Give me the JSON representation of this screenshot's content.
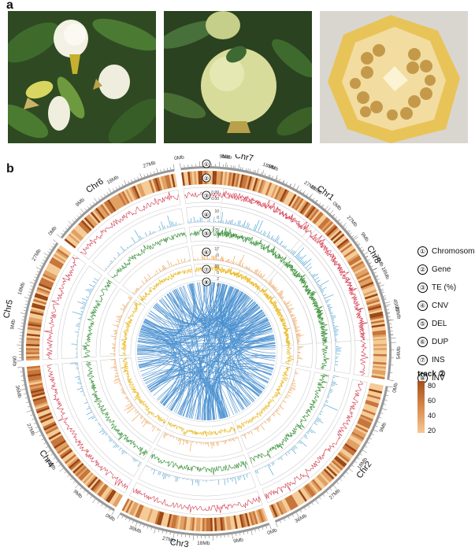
{
  "panels": {
    "a": "a",
    "b": "b"
  },
  "photos": [
    {
      "label": "flower-photo"
    },
    {
      "label": "fruit-photo"
    },
    {
      "label": "fruit-cross-section-photo"
    }
  ],
  "markers": [
    "①",
    "②",
    "③",
    "④",
    "⑤",
    "⑥",
    "⑦",
    "⑧"
  ],
  "chromosomes": [
    {
      "name": "Chr1",
      "ticks": [
        "0Mb",
        "9Mb",
        "18Mb",
        "27Mb",
        "36Mb",
        "45Mb",
        "54Mb"
      ]
    },
    {
      "name": "Chr2",
      "ticks": [
        "0Mb",
        "9Mb",
        "18Mb",
        "27Mb",
        "36Mb"
      ]
    },
    {
      "name": "Chr3",
      "ticks": [
        "0Mb",
        "9Mb",
        "18Mb",
        "27Mb",
        "36Mb"
      ]
    },
    {
      "name": "Chr4",
      "ticks": [
        "0Mb",
        "9Mb",
        "18Mb",
        "27Mb",
        "36Mb"
      ]
    },
    {
      "name": "Chr5",
      "ticks": [
        "0Mb",
        "9Mb",
        "18Mb",
        "27Mb"
      ]
    },
    {
      "name": "Chr6",
      "ticks": [
        "0Mb",
        "9Mb",
        "18Mb",
        "27Mb"
      ]
    },
    {
      "name": "Chr7",
      "ticks": [
        "0Mb",
        "9Mb",
        "18Mb",
        "27Mb"
      ]
    },
    {
      "name": "Chr8",
      "ticks": [
        "0Mb",
        "9Mb",
        "18Mb",
        "27Mb"
      ]
    }
  ],
  "track_axes": {
    "te": [
      "0.00",
      "0.99"
    ],
    "cnv": [
      "0",
      "10"
    ],
    "del": [
      "0",
      "75"
    ],
    "dup": [
      "0",
      "17"
    ],
    "ins": [
      "0",
      "65"
    ],
    "inv": [
      "0",
      "2"
    ]
  },
  "legend": [
    {
      "num": "①",
      "label": "Chromosome"
    },
    {
      "num": "②",
      "label": "Gene"
    },
    {
      "num": "③",
      "label": "TE (%)"
    },
    {
      "num": "④",
      "label": "CNV"
    },
    {
      "num": "⑤",
      "label": "DEL"
    },
    {
      "num": "⑥",
      "label": "DUP"
    },
    {
      "num": "⑦",
      "label": "INS"
    },
    {
      "num": "⑧",
      "label": "INV"
    }
  ],
  "scale": {
    "title": "track ②",
    "ticks": [
      "80",
      "60",
      "40",
      "20"
    ]
  },
  "colors": {
    "gene_high": "#a4501c",
    "gene_low": "#f4c894",
    "te": "#d23a4e",
    "cnv": "#5aa9d8",
    "del": "#2e8b2e",
    "dup": "#f0a860",
    "ins": "#e8b820",
    "inv": "#4a90d0"
  }
}
